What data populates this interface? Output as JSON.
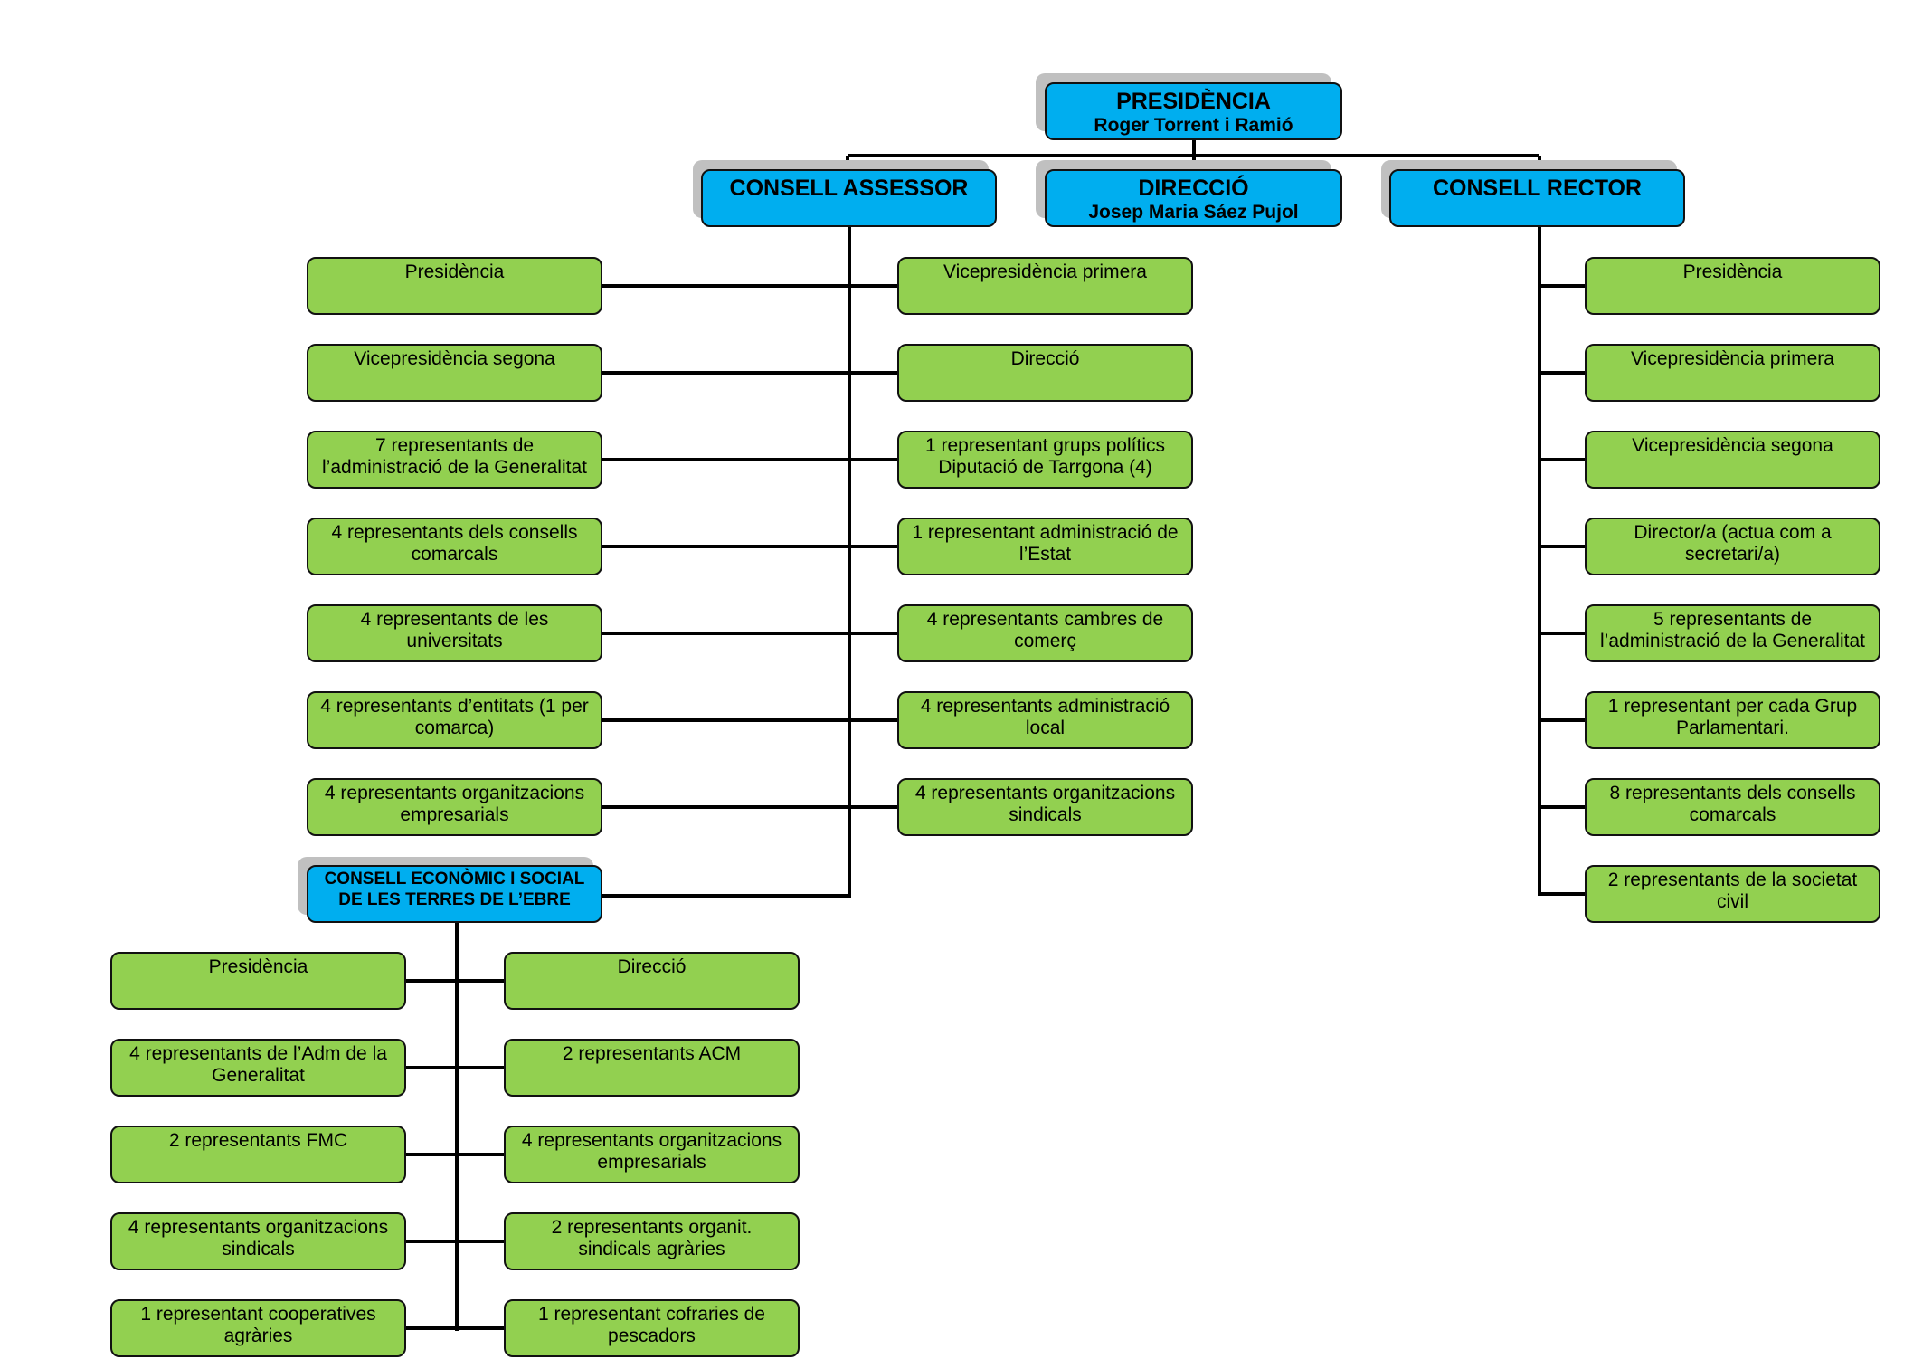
{
  "top": {
    "presidencia": {
      "title": "PRESIDÈNCIA",
      "name": "Roger Torrent i Ramió"
    },
    "consell_assessor": {
      "title": "CONSELL ASSESSOR"
    },
    "direccio": {
      "title": "DIRECCIÓ",
      "name": "Josep Maria Sáez Pujol"
    },
    "consell_rector": {
      "title": "CONSELL RECTOR"
    }
  },
  "assessor_left": [
    [
      "Presidència"
    ],
    [
      "Vicepresidència segona"
    ],
    [
      "7 representants de",
      "l’administració de la Generalitat"
    ],
    [
      "4 representants dels consells",
      "comarcals"
    ],
    [
      "4 representants de les",
      "universitats"
    ],
    [
      "4 representants d’entitats (1 per",
      "comarca)"
    ],
    [
      "4 representants organitzacions",
      "empresarials"
    ]
  ],
  "assessor_right": [
    [
      "Vicepresidència primera"
    ],
    [
      "Direcció"
    ],
    [
      "1 representant grups polítics",
      "Diputació de Tarrgona (4)"
    ],
    [
      "1 representant administració de",
      "l’Estat"
    ],
    [
      "4 representants cambres de",
      "comerç"
    ],
    [
      "4 representants administració",
      "local"
    ],
    [
      "4 representants organitzacions",
      "sindicals"
    ]
  ],
  "rector": [
    [
      "Presidència"
    ],
    [
      "Vicepresidència primera"
    ],
    [
      "Vicepresidència segona"
    ],
    [
      "Director/a  (actua com a",
      "secretari/a)"
    ],
    [
      "5 representants de",
      "l’administració de la Generalitat"
    ],
    [
      "1 representant per cada Grup",
      "Parlamentari."
    ],
    [
      "8 representants dels consells",
      "comarcals"
    ],
    [
      "2 representants de la societat",
      "civil"
    ]
  ],
  "ces": {
    "title1": "CONSELL ECONÒMIC I SOCIAL",
    "title2": "DE LES TERRES DE L’EBRE"
  },
  "ces_left": [
    [
      "Presidència"
    ],
    [
      "4 representants de l’Adm de la",
      "Generalitat"
    ],
    [
      "2 representants FMC"
    ],
    [
      "4 representants organitzacions",
      "sindicals"
    ],
    [
      "1 representant cooperatives",
      "agràries"
    ]
  ],
  "ces_right": [
    [
      "Direcció"
    ],
    [
      "2 representants ACM"
    ],
    [
      "4 representants organitzacions",
      "empresarials"
    ],
    [
      "2 representants organit.",
      "sindicals agràries"
    ],
    [
      "1 representant cofraries de",
      "pescadors"
    ]
  ],
  "colors": {
    "header": "#00aeef",
    "member": "#92d050",
    "shadow": "#c0c0c0",
    "line": "#000000"
  }
}
